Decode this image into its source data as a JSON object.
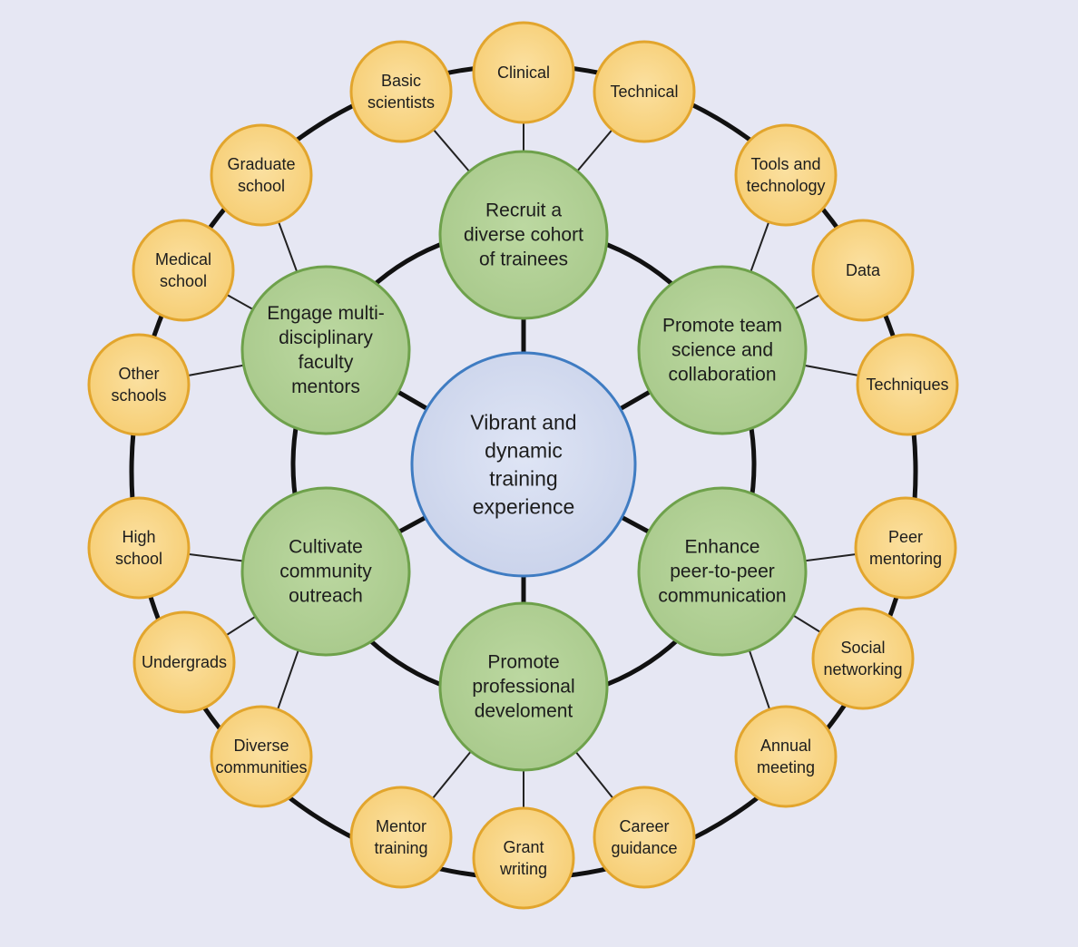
{
  "colors": {
    "background": "#e6e7f3",
    "center_fill": "#c9d2ea",
    "center_stroke": "#3f7cc2",
    "inner_fill": "#a8c98b",
    "inner_stroke": "#6ea14b",
    "outer_fill": "#f6cd72",
    "outer_stroke": "#e2a52d",
    "ring_stroke": "#111111",
    "connector_stroke": "#222222"
  },
  "center": {
    "lines": [
      "Vibrant and",
      "dynamic",
      "training",
      "experience"
    ]
  },
  "inner_nodes": [
    {
      "id": "recruit",
      "lines": [
        "Recruit a",
        "diverse cohort",
        "of trainees"
      ],
      "outer": [
        {
          "lines": [
            "Basic",
            "scientists"
          ]
        },
        {
          "lines": [
            "Clinical"
          ]
        },
        {
          "lines": [
            "Technical"
          ]
        }
      ]
    },
    {
      "id": "team-science",
      "lines": [
        "Promote team",
        "science and",
        "collaboration"
      ],
      "outer": [
        {
          "lines": [
            "Tools and",
            "technology"
          ]
        },
        {
          "lines": [
            "Data"
          ]
        },
        {
          "lines": [
            "Techniques"
          ]
        }
      ]
    },
    {
      "id": "peer-communication",
      "lines": [
        "Enhance",
        "peer-to-peer",
        "communication"
      ],
      "outer": [
        {
          "lines": [
            "Peer",
            "mentoring"
          ]
        },
        {
          "lines": [
            "Social",
            "networking"
          ]
        },
        {
          "lines": [
            "Annual",
            "meeting"
          ]
        }
      ]
    },
    {
      "id": "professional-development",
      "lines": [
        "Promote",
        "professional",
        "develoment"
      ],
      "outer": [
        {
          "lines": [
            "Career",
            "guidance"
          ]
        },
        {
          "lines": [
            "Grant",
            "writing"
          ]
        },
        {
          "lines": [
            "Mentor",
            "training"
          ]
        }
      ]
    },
    {
      "id": "community-outreach",
      "lines": [
        "Cultivate",
        "community",
        "outreach"
      ],
      "outer": [
        {
          "lines": [
            "Diverse",
            "communities"
          ]
        },
        {
          "lines": [
            "Undergrads"
          ]
        },
        {
          "lines": [
            "High",
            "school"
          ]
        }
      ]
    },
    {
      "id": "faculty-mentors",
      "lines": [
        "Engage multi-",
        "disciplinary",
        "faculty",
        "mentors"
      ],
      "outer": [
        {
          "lines": [
            "Other",
            "schools"
          ]
        },
        {
          "lines": [
            "Medical",
            "school"
          ]
        },
        {
          "lines": [
            "Graduate",
            "school"
          ]
        }
      ]
    }
  ]
}
